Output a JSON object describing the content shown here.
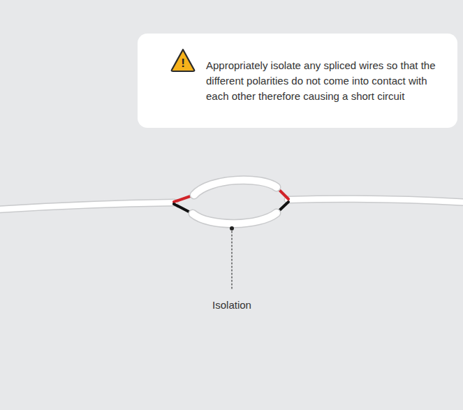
{
  "diagram": {
    "nodes": [
      {
        "text": [
          "Appropriately isolate any spliced wires so that the different polarities do not come into contact with each other therefore causing a short circuit"
        ]
      }
    ],
    "labels": [
      "!",
      "Isolation"
    ]
  }
}
